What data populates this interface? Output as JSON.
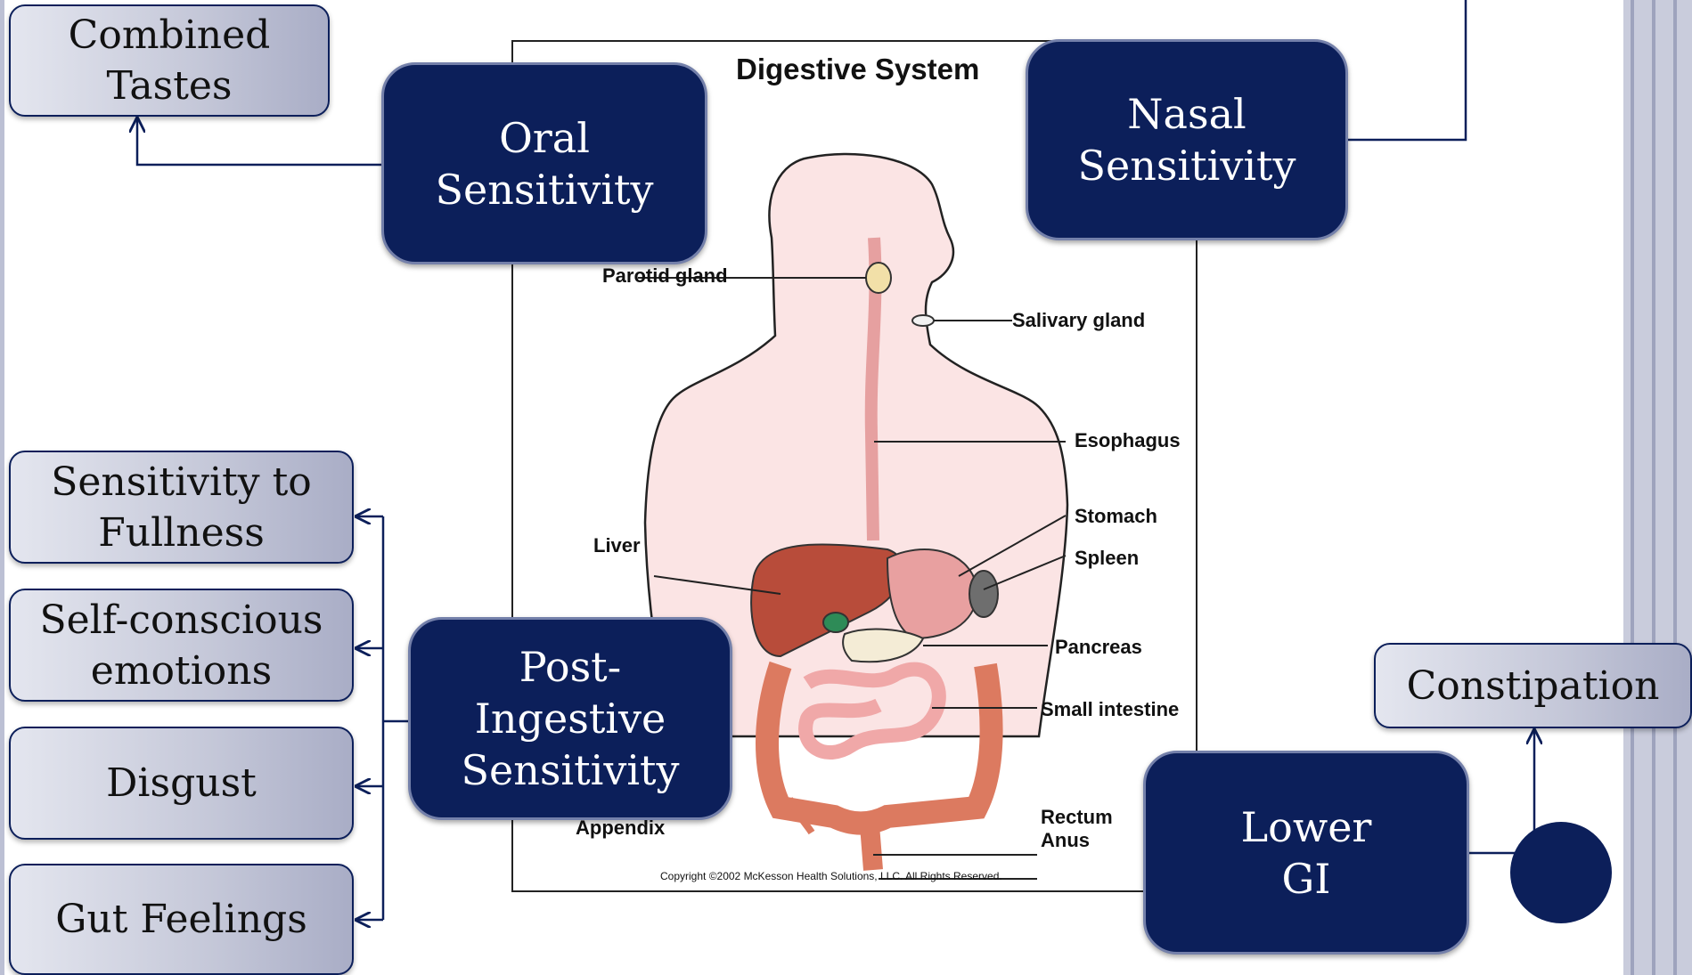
{
  "figure": {
    "title": "Digestive System",
    "labels": {
      "parotid": "Parotid gland",
      "salivary": "Salivary gland",
      "esophagus": "Esophagus",
      "liver": "Liver",
      "stomach": "Stomach",
      "spleen": "Spleen",
      "pancreas": "Pancreas",
      "small_intestine": "Small intestine",
      "appendix": "Appendix",
      "rectum": "Rectum",
      "anus": "Anus"
    },
    "copyright": "Copyright ©2002 McKesson Health Solutions, LLC. All Rights Reserved."
  },
  "nodes": {
    "oral": "Oral Sensitivity",
    "nasal": "Nasal Sensitivity",
    "post_ingestive": "Post-Ingestive Sensitivity",
    "lower_gi": "Lower GI",
    "combined_tastes": "Combined Tastes",
    "fullness": "Sensitivity to Fullness",
    "self_conscious": "Self-conscious emotions",
    "disgust": "Disgust",
    "gut_feelings": "Gut Feelings",
    "constipation": "Constipation"
  },
  "colors": {
    "node_dark": "#0c1f5a",
    "node_light": "#c4c7d8",
    "connector": "#0c1f5a"
  }
}
